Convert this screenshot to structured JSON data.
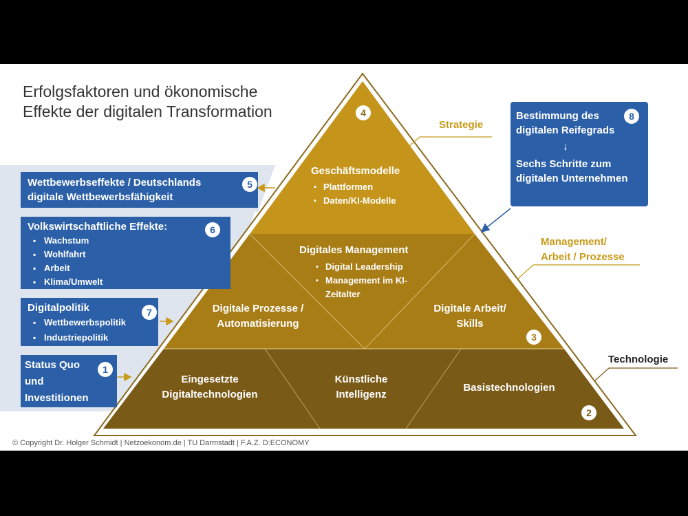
{
  "title": [
    "Erfolgsfaktoren und ökonomische",
    "Effekte der digitalen Transformation"
  ],
  "pyramid": {
    "top": {
      "number": "4",
      "heading": "Geschäftsmodelle",
      "items": [
        "Plattformen",
        "Daten/KI-Modelle"
      ]
    },
    "middle_left": {
      "lines": [
        "Digitale Prozesse /",
        "Automatisierung"
      ]
    },
    "middle_center": {
      "heading": "Digitales Management",
      "items": [
        "Digital Leadership",
        "Management im KI-Zeitalter"
      ]
    },
    "middle_right": {
      "lines": [
        "Digitale Arbeit/",
        "Skills"
      ],
      "number": "3"
    },
    "bottom_left": {
      "lines": [
        "Eingesetzte",
        "Digitaltechnologien"
      ]
    },
    "bottom_center": {
      "lines": [
        "Künstliche",
        "Intelligenz"
      ]
    },
    "bottom_right": {
      "lines": [
        "Basistechnologien"
      ],
      "number": "2"
    }
  },
  "layer_labels": {
    "strategy": "Strategie",
    "management": [
      "Management/",
      "Arbeit / Prozesse"
    ],
    "technology": "Technologie"
  },
  "left_boxes": [
    {
      "number": "5",
      "lines": [
        "Wettbewerbseffekte / Deutschlands",
        "digitale Wettbewerbsfähigkeit"
      ],
      "items": []
    },
    {
      "number": "6",
      "lines": [
        "Volkswirtschaftliche Effekte:"
      ],
      "items": [
        "Wachstum",
        "Wohlfahrt",
        "Arbeit",
        "Klima/Umwelt"
      ]
    },
    {
      "number": "7",
      "lines": [
        "Digitalpolitik"
      ],
      "items": [
        "Wettbewerbspolitik",
        "Industriepolitik"
      ]
    },
    {
      "number": "1",
      "lines": [
        "Status Quo",
        "und",
        "Investitionen"
      ],
      "items": []
    }
  ],
  "right_box": {
    "number": "8",
    "top_lines": [
      "Bestimmung des",
      "digitalen Reifegrads"
    ],
    "arrow": "↓",
    "bottom_lines": [
      "Sechs Schritte zum",
      "digitalen Unternehmen"
    ]
  },
  "copyright": "© Copyright Dr. Holger Schmidt | Netzoekonom.de | TU Darmstadt | F.A.Z. D:ECONOMY",
  "colors": {
    "top": "#c5951b",
    "middle": "#a97d16",
    "bottom": "#7a5a17",
    "box": "#2b5fa8",
    "label": "#c79a1a"
  }
}
